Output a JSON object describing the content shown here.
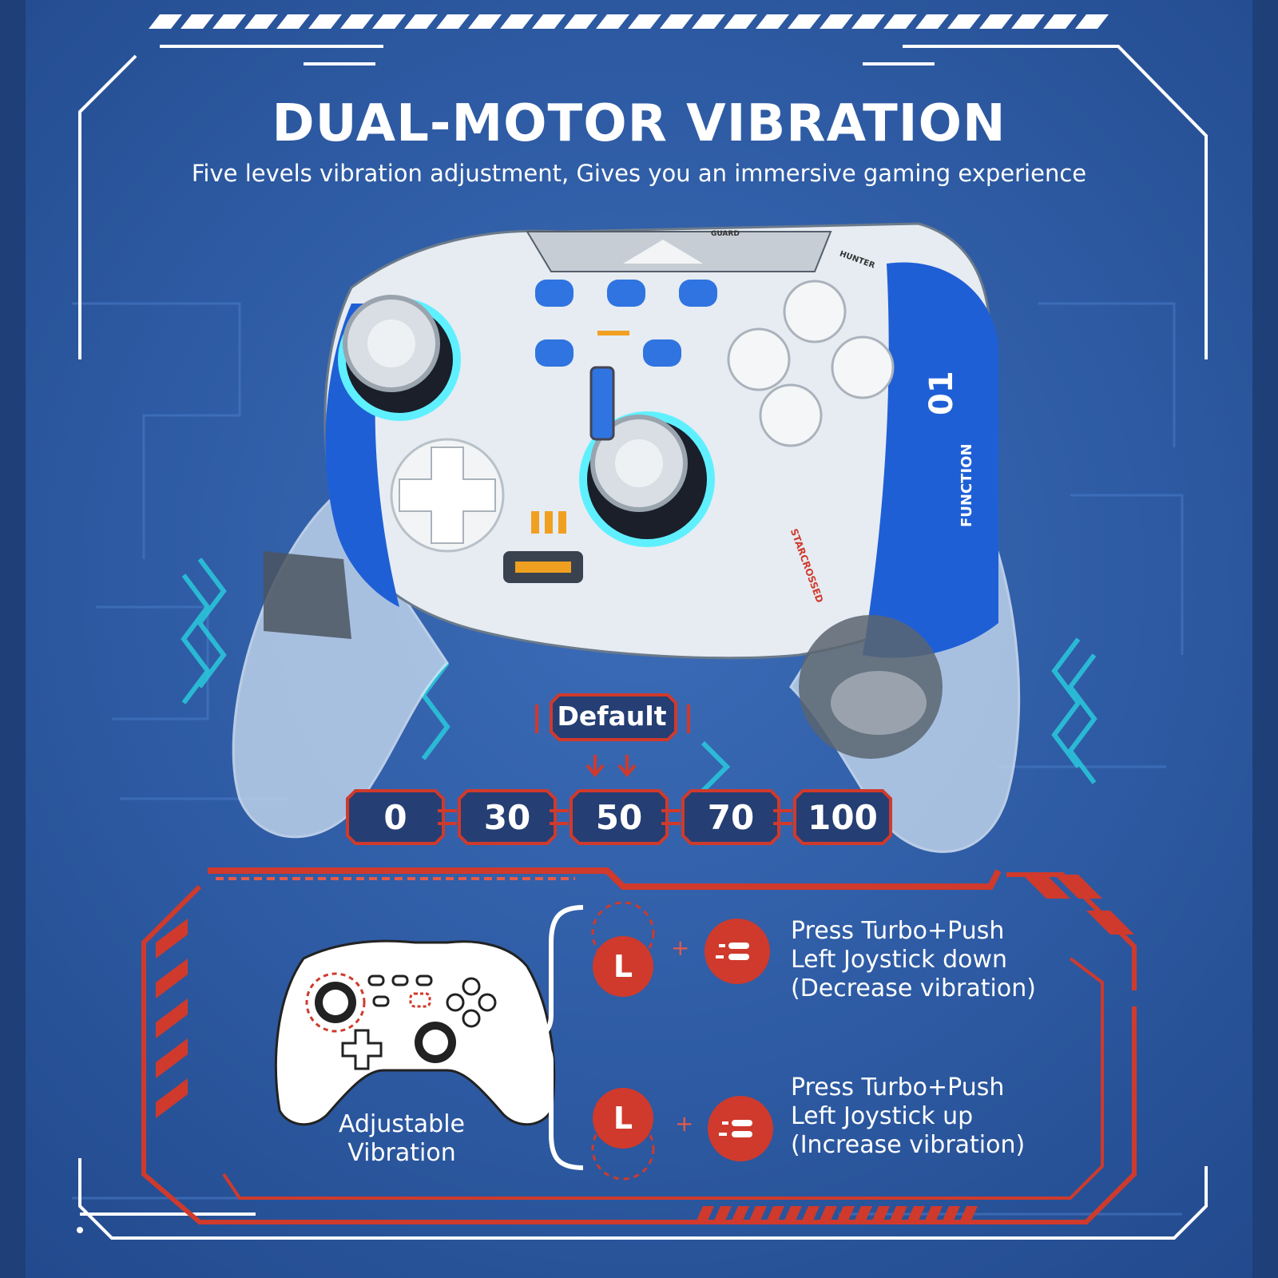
{
  "headline": "DUAL-MOTOR VIBRATION",
  "subline": "Five levels vibration adjustment, Gives you an immersive gaming experience",
  "default_label": "Default",
  "levels": [
    "0",
    "30",
    "50",
    "70",
    "100"
  ],
  "default_level": "50",
  "adjust_caption": [
    "Adjustable",
    "Vibration"
  ],
  "instructions": [
    {
      "joystick_badge": "L",
      "lines": [
        "Press Turbo+Push",
        "Left Joystick down",
        "(Decrease vibration)"
      ]
    },
    {
      "joystick_badge": "L",
      "lines": [
        "Press Turbo+Push",
        "Left Joystick up",
        "(Increase vibration)"
      ]
    }
  ],
  "controller_decal_text": {
    "unit": "01",
    "function": "FUNCTION",
    "brand": "STARCROSSED",
    "hunter": "HUNTER",
    "guard": "GUARD"
  },
  "colors": {
    "background": "#2f5aa0",
    "accent_red": "#cf3a2c",
    "frame_white": "#ffffff",
    "controller_blue": "#1f5fd6",
    "glow_cyan": "#5ff0ff"
  },
  "icons": [
    "controller-outline-icon",
    "turbo-button-icon",
    "joystick-l-icon",
    "brace-icon"
  ]
}
